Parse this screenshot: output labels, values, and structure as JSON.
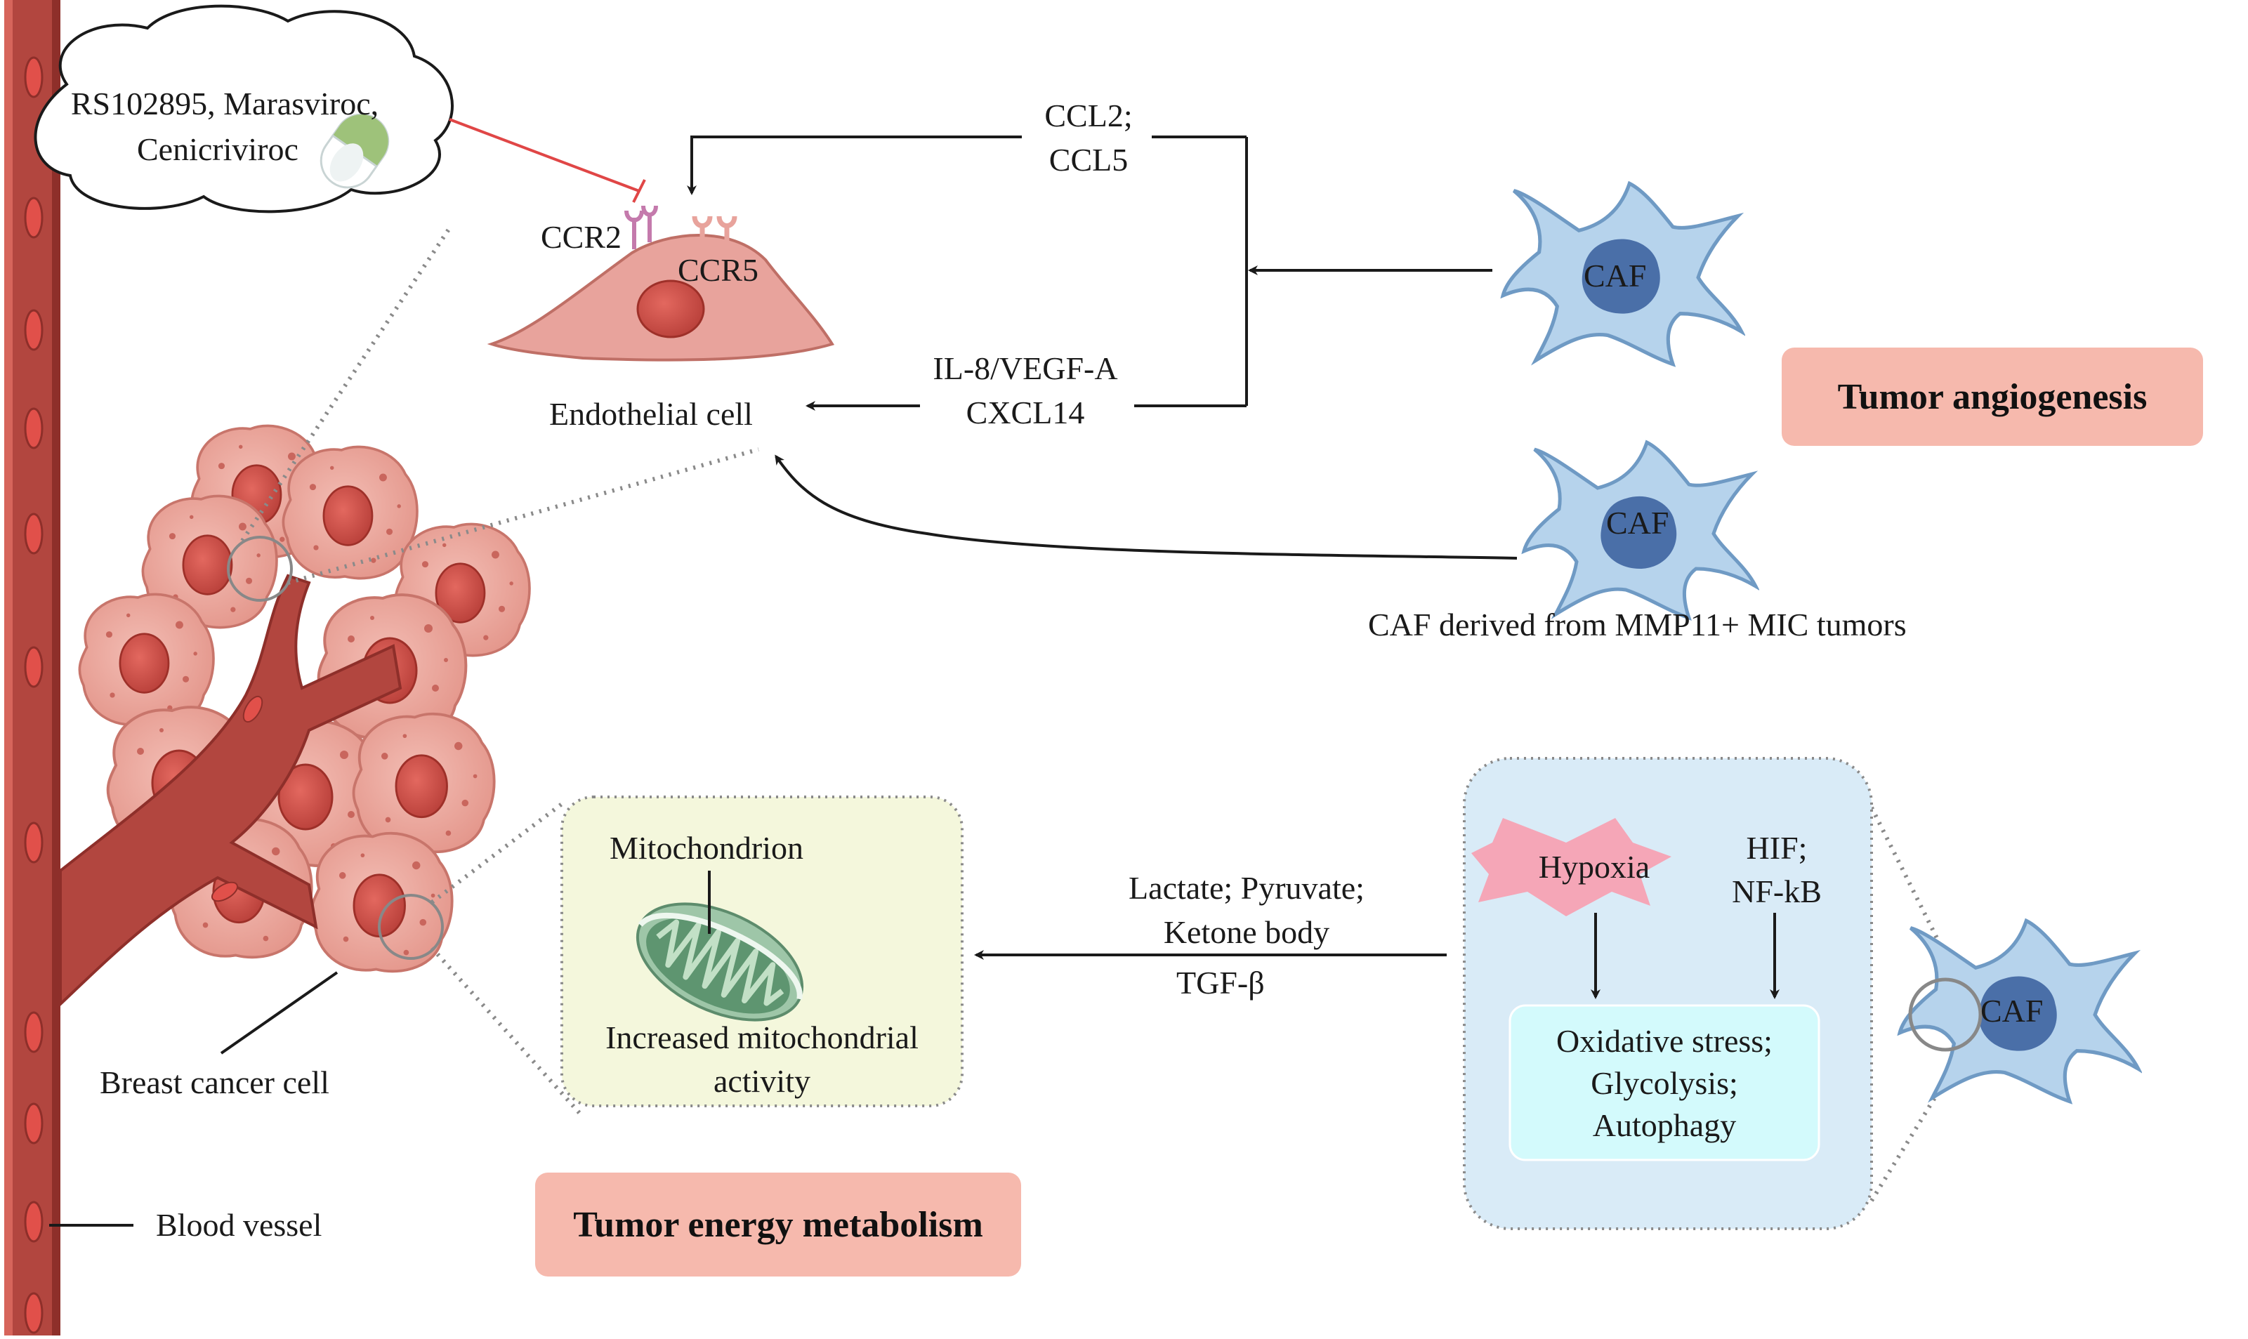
{
  "drug_cloud": {
    "line1": "RS102895, Marasviroc,",
    "line2": "Cenicriviroc"
  },
  "endothelial": {
    "receptor_ccr2": "CCR2",
    "receptor_ccr5": "CCR5",
    "cell_label": "Endothelial cell"
  },
  "signals_top": {
    "ligand_line1": "CCL2;",
    "ligand_line2": "CCL5",
    "factor_line1": "IL-8/VEGF-A",
    "factor_line2": "CXCL14"
  },
  "caf_labels": {
    "caf1": "CAF",
    "caf2": "CAF",
    "caf3": "CAF",
    "caf2_caption": "CAF derived from MMP11+ MIC tumors"
  },
  "badges": {
    "angiogenesis": "Tumor angiogenesis",
    "metabolism": "Tumor energy metabolism"
  },
  "mito_box": {
    "title": "Mitochondrion",
    "line1": "Increased mitochondrial",
    "line2": "activity"
  },
  "metabolites": {
    "line1": "Lactate; Pyruvate;",
    "line2": "Ketone body",
    "line3": "TGF-β"
  },
  "caf_box": {
    "hypoxia": "Hypoxia",
    "hif_line1": "HIF;",
    "hif_line2": "NF-kB",
    "out_line1": "Oxidative stress;",
    "out_line2": "Glycolysis;",
    "out_line3": "Autophagy"
  },
  "left_labels": {
    "breast_cancer_cell": "Breast cancer cell",
    "blood_vessel": "Blood vessel"
  },
  "colors": {
    "vessel": "#b2463f",
    "cancer_cell": "#ecaaa1",
    "caf": "#b6d3ec",
    "caf_nucleus": "#4a6fa8",
    "inhibitor_line": "#e04646",
    "badge": "#f6b9ad",
    "mito_box": "#f4f7dc",
    "caf_box": "#d9ebf7",
    "output_box": "#d3fafc"
  }
}
